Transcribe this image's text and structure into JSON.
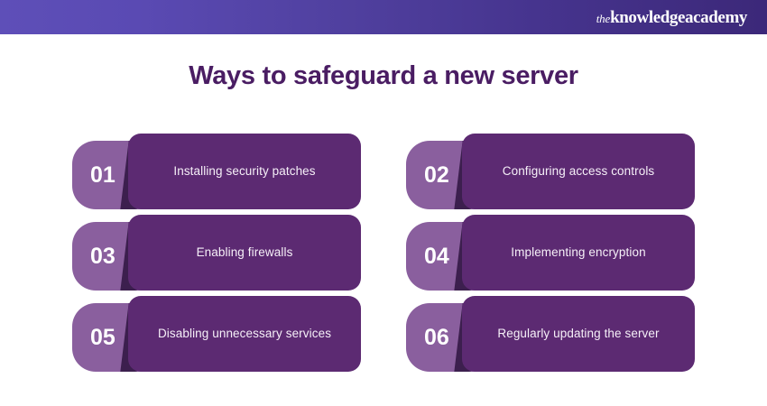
{
  "header": {
    "logo_the": "the",
    "logo_main": "knowledgeacademy",
    "gradient_start": "#5e4fb8",
    "gradient_end": "#3c2879"
  },
  "title": "Ways to safeguard a new server",
  "title_color": "#4a1d63",
  "colors": {
    "badge": "#8a5f9e",
    "panel": "#5c2a72",
    "shadow": "#3c1f4e",
    "label": "#f6f0f8"
  },
  "cards": [
    {
      "number": "01",
      "label": "Installing security patches"
    },
    {
      "number": "02",
      "label": "Configuring access controls"
    },
    {
      "number": "03",
      "label": "Enabling firewalls"
    },
    {
      "number": "04",
      "label": "Implementing encryption"
    },
    {
      "number": "05",
      "label": "Disabling unnecessary services"
    },
    {
      "number": "06",
      "label": "Regularly updating the server"
    }
  ]
}
